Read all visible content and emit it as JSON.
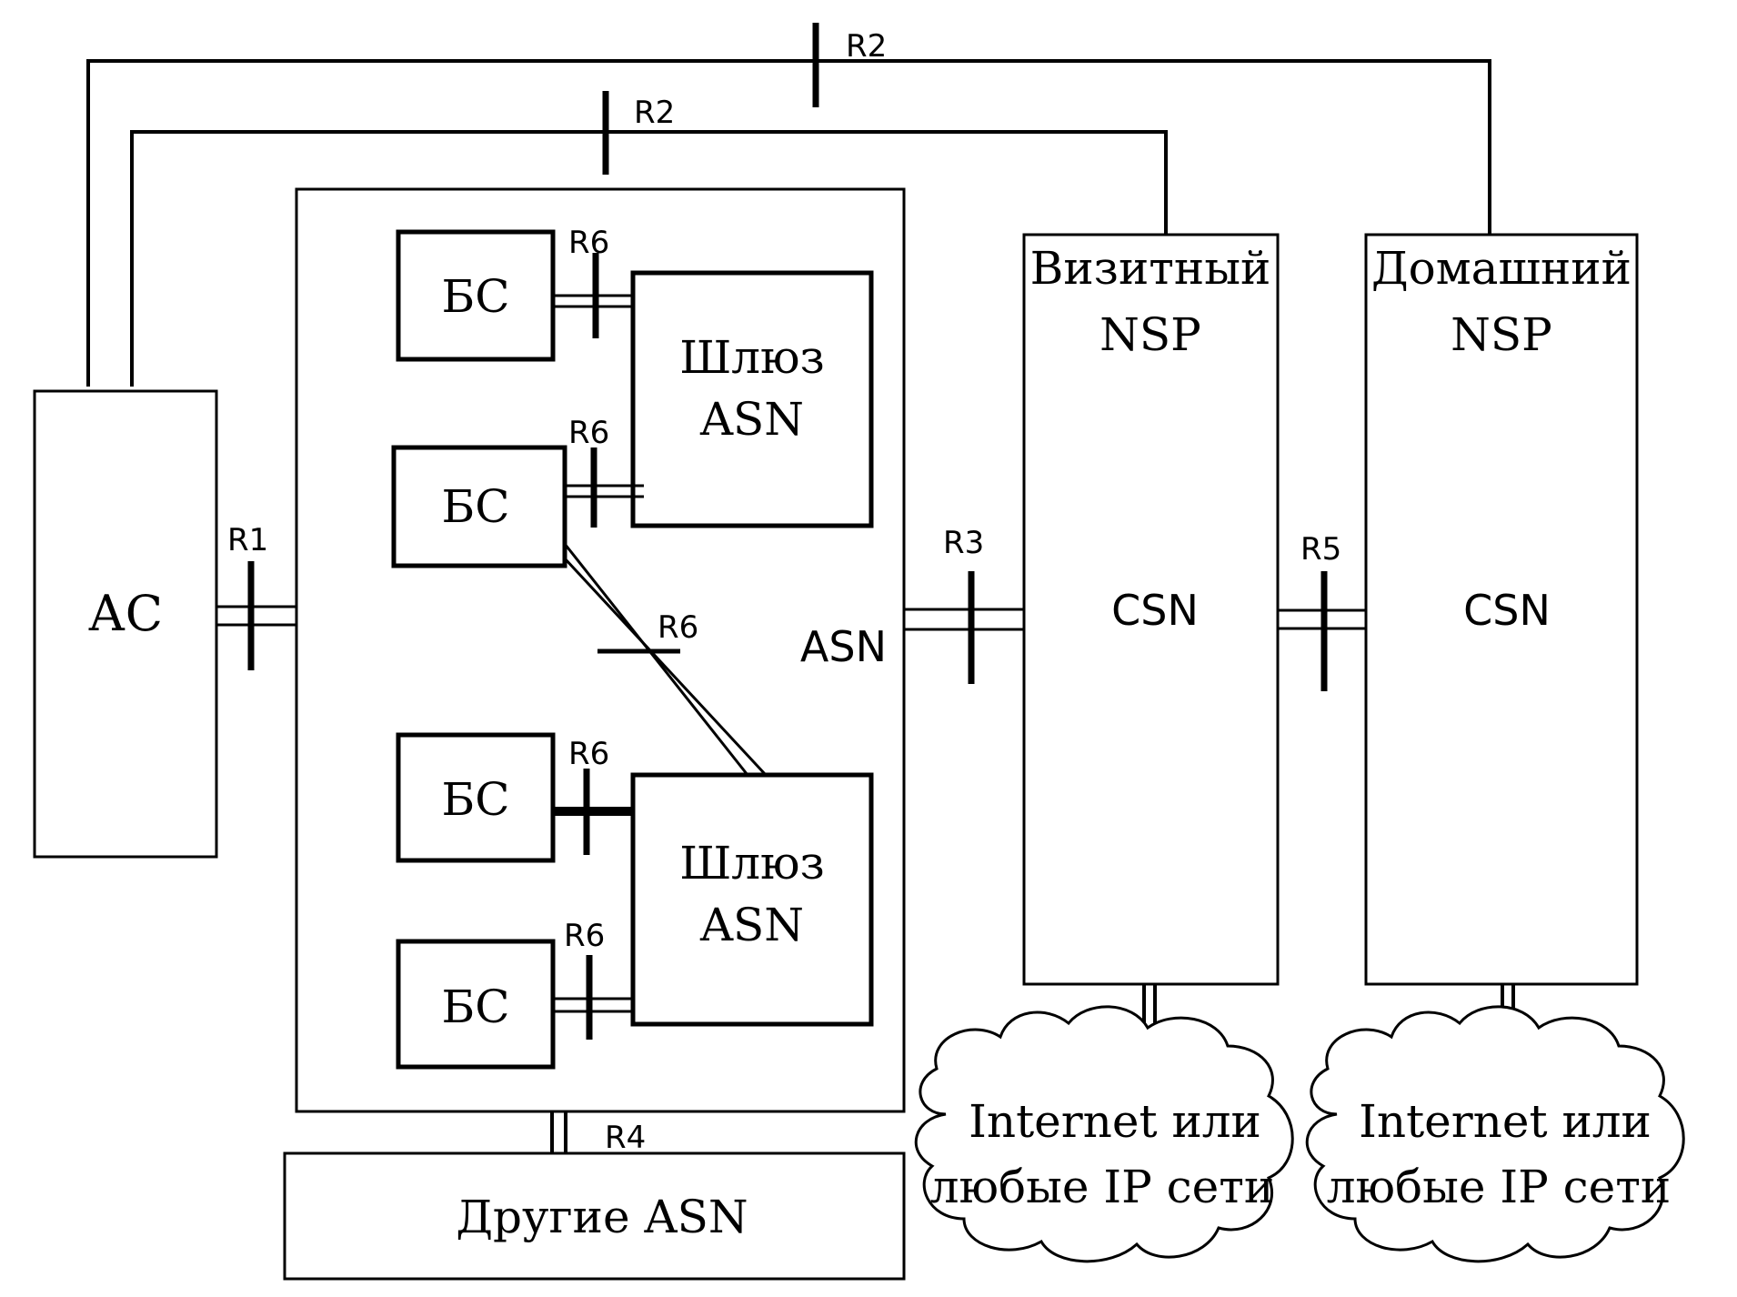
{
  "nodes": {
    "ac": "АС",
    "bs1": "БС",
    "bs2": "БС",
    "bs3": "БС",
    "bs4": "БС",
    "gateway_top": [
      "Шлюз",
      "ASN"
    ],
    "gateway_bottom": [
      "Шлюз",
      "ASN"
    ],
    "asn_label": "ASN",
    "visited_nsp": [
      "Визитный",
      "NSP"
    ],
    "home_nsp": [
      "Домашний",
      "NSP"
    ],
    "csn_visited": "CSN",
    "csn_home": "CSN",
    "other_asn": "Другие ASN",
    "cloud_left": [
      "Internet или",
      "любые IP сети"
    ],
    "cloud_right": [
      "Internet или",
      "любые IP сети"
    ]
  },
  "reference_points": {
    "r1": "R1",
    "r2_outer": "R2",
    "r2_inner": "R2",
    "r3": "R3",
    "r4": "R4",
    "r5": "R5",
    "r6_a": "R6",
    "r6_b": "R6",
    "r6_c": "R6",
    "r6_d": "R6",
    "r6_diag": "R6"
  }
}
